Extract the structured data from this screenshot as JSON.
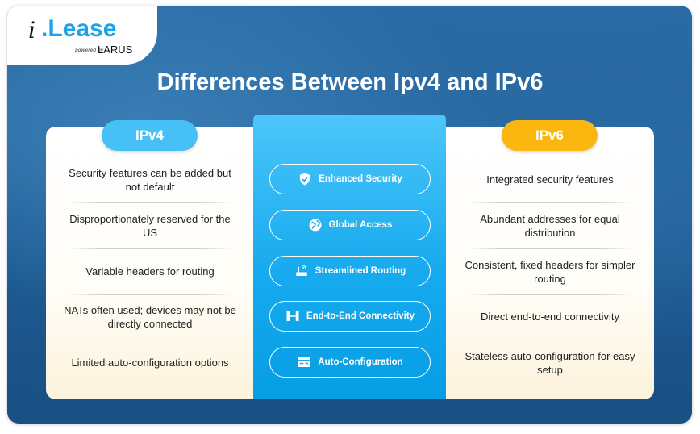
{
  "logo": {
    "brand": "i.Lease",
    "powered_by": "powered by",
    "partner": "LARUS"
  },
  "title": "Differences Between Ipv4 and IPv6",
  "ipv4": {
    "label": "IPv4",
    "items": [
      "Security features can be added but not default",
      "Disproportionately reserved for the US",
      "Variable headers for routing",
      "NATs often used; devices may not be directly connected",
      "Limited auto-configuration options"
    ]
  },
  "ipv6": {
    "label": "IPv6",
    "items": [
      "Integrated security features",
      "Abundant addresses for equal distribution",
      "Consistent, fixed headers for simpler routing",
      "Direct end-to-end connectivity",
      "Stateless auto-configuration for easy setup"
    ]
  },
  "features": [
    {
      "label": "Enhanced Security",
      "icon": "shield-check-icon"
    },
    {
      "label": "Global Access",
      "icon": "globe-icon"
    },
    {
      "label": "Streamlined Routing",
      "icon": "router-icon"
    },
    {
      "label": "End-to-End Connectivity",
      "icon": "connectivity-icon"
    },
    {
      "label": "Auto-Configuration",
      "icon": "config-card-icon"
    }
  ],
  "colors": {
    "ipv4": "#47c1f5",
    "ipv6": "#fbb70f",
    "center": "#17aaee"
  }
}
